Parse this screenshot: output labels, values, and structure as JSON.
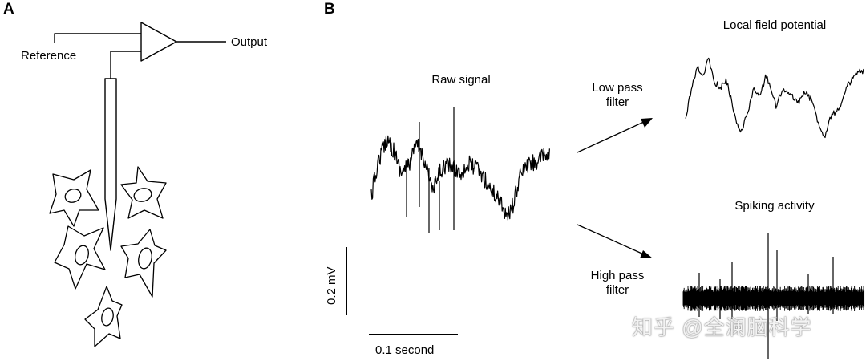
{
  "panels": {
    "a": "A",
    "b": "B"
  },
  "panel_a": {
    "reference_label": "Reference",
    "output_label": "Output"
  },
  "panel_b": {
    "raw_signal_label": "Raw signal",
    "low_pass_label": [
      "Low pass",
      "filter"
    ],
    "high_pass_label": [
      "High pass",
      "filter"
    ],
    "lfp_label": "Local field potential",
    "spiking_label": "Spiking activity",
    "voltage_scale_label": "0.2 mV",
    "time_scale_label": "0.1 second"
  },
  "watermark": "知乎 @全澜脑科学",
  "icons": [
    "amplifier-icon",
    "electrode-icon",
    "neuron-icon"
  ]
}
